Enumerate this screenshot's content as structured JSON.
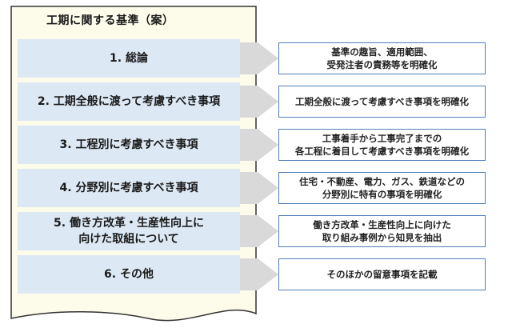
{
  "document": {
    "title": "工期に関する基準（案）"
  },
  "items": [
    {
      "label_lines": [
        "1. 総論"
      ],
      "description_lines": [
        "基準の趣旨、適用範囲、",
        "受発注者の責務等を明確化"
      ]
    },
    {
      "label_lines": [
        "2. 工期全般に渡って考慮すべき事項"
      ],
      "description_lines": [
        "工期全般に渡って考慮すべき事項を明確化"
      ]
    },
    {
      "label_lines": [
        "3. 工程別に考慮すべき事項"
      ],
      "description_lines": [
        "工事着手から工事完了までの",
        "各工程に着目して考慮すべき事項を明確化"
      ]
    },
    {
      "label_lines": [
        "4. 分野別に考慮すべき事項"
      ],
      "description_lines": [
        "住宅・不動産、電力、ガス、鉄道などの",
        "分野別に特有の事項を明確化"
      ]
    },
    {
      "label_lines": [
        "5. 働き方改革・生産性向上に",
        "向けた取組について"
      ],
      "description_lines": [
        "働き方改革・生産性向上に向けた",
        "取り組み事例から知見を抽出"
      ]
    },
    {
      "label_lines": [
        "6. その他"
      ],
      "description_lines": [
        "そのほかの留意事項を記載"
      ]
    }
  ],
  "colors": {
    "document_fill": "#fdfbea",
    "document_border": "#333333",
    "item_fill": "#dce9f5",
    "arrow_fill": "#d9d9d9",
    "description_border": "#4f7fb8"
  }
}
